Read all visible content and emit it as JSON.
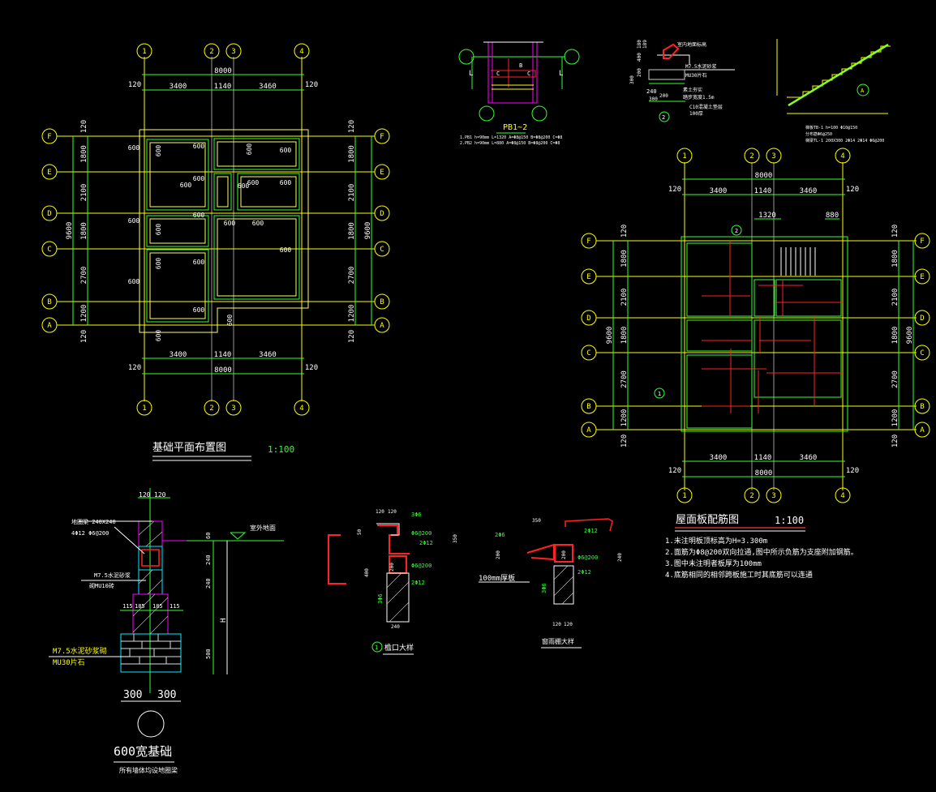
{
  "colors": {
    "grid": "#ffff00",
    "dim": "#33ff33",
    "wall": "#ffff66",
    "rebar": "#ff2020",
    "beam": "#ff00ff",
    "cyan": "#00e5ff",
    "text": "#ffffff"
  },
  "foundation_plan": {
    "title": "基础平面布置图",
    "scale": "1:100",
    "col_axes": [
      "1",
      "2",
      "3",
      "4"
    ],
    "row_axes": [
      "F",
      "E",
      "D",
      "C",
      "B",
      "A"
    ],
    "col_dims": [
      "3400",
      "1140",
      "3460"
    ],
    "total_width": "8000",
    "row_dims": [
      "1800",
      "2100",
      "1800",
      "2700",
      "1200"
    ],
    "total_depth": "9600",
    "edge": "120",
    "strip_width": "600"
  },
  "roof_plan": {
    "title": "屋面板配筋图",
    "scale": "1:100",
    "col_axes": [
      "1",
      "2",
      "3",
      "4"
    ],
    "row_axes": [
      "F",
      "E",
      "D",
      "C",
      "B",
      "A"
    ],
    "col_dims": [
      "3400",
      "1140",
      "3460"
    ],
    "total_width": "8000",
    "row_dims": [
      "1800",
      "2100",
      "1800",
      "2700",
      "1200"
    ],
    "total_depth": "9600",
    "edge": "120",
    "stair_dims": [
      "1320",
      "880"
    ],
    "detail_markers": [
      "2",
      "1"
    ],
    "notes": [
      "1.未注明板顶标高为H=3.300m",
      "2.面筋为Φ8@200双向拉通,图中所示负筋为支座附加钢筋。",
      "3.图中未注明者板厚为100mm",
      "4.底筋相同的相邻跨板施工时其底筋可以连通"
    ]
  },
  "footing_detail": {
    "title": "600宽基础",
    "subtitle": "所有墙体均设地圈梁",
    "top_dims": [
      "120",
      "120"
    ],
    "beam_label": [
      "地圈梁 240X240",
      "4Φ12 Φ6@200"
    ],
    "brick_label": [
      "M7.5水泥砂浆",
      "砌MU10砖"
    ],
    "step_dims": [
      "115",
      "185",
      "185",
      "115"
    ],
    "stone_label": [
      "M7.5水泥砂浆砌",
      "MU30片石"
    ],
    "base_dims": [
      "300",
      "300"
    ],
    "heights": [
      "60",
      "240",
      "240",
      "500"
    ],
    "h_label": "H",
    "ground_label": "室外地面"
  },
  "eave_detail": {
    "marker": "1",
    "title": "檐口大样",
    "dims": [
      "120",
      "120",
      "50",
      "350",
      "400",
      "200",
      "240"
    ],
    "rebar": [
      "3Φ6",
      "Φ6@200",
      "2Φ12",
      "Φ6@200",
      "2Φ12",
      "3Φ6"
    ]
  },
  "canopy_detail": {
    "title": "窗雨棚大样",
    "slab": "100mm厚板",
    "dims": [
      "350",
      "200",
      "240",
      "200",
      "120",
      "120"
    ],
    "rebar": [
      "2Φ6",
      "2Φ12",
      "Φ6@200",
      "2Φ12",
      "3Φ6"
    ]
  },
  "slab_detail": {
    "title": "PB1~2",
    "axis_labels": [
      "L",
      "L"
    ],
    "panels": [
      "B",
      "C",
      "C"
    ],
    "notes": [
      "1.PB1 h=90mm L=1320 A=Φ8@150 B=Φ8@200 C=Φ8",
      "2.PB2 h=90mm L=880 A=Φ8@150 B=Φ8@200 C=Φ8"
    ]
  },
  "step_detail": {
    "marker": "2",
    "labels": [
      "室内地面标高",
      "M7.5水泥砂浆",
      "MU30片石",
      "素土夯实",
      "踏步宽度1.5m",
      "C10混凝土垫层",
      "100厚"
    ],
    "dims": [
      "400",
      "200",
      "180",
      "189",
      "240",
      "300",
      "200",
      "300"
    ]
  },
  "stair_detail": {
    "marker": "A",
    "notes": [
      "梯板TB-1 h=100 Φ10@150",
      "分布筋Φ6@250",
      "梯梁TL-1 200X300 2Φ14 2Φ14 Φ6@200"
    ]
  }
}
